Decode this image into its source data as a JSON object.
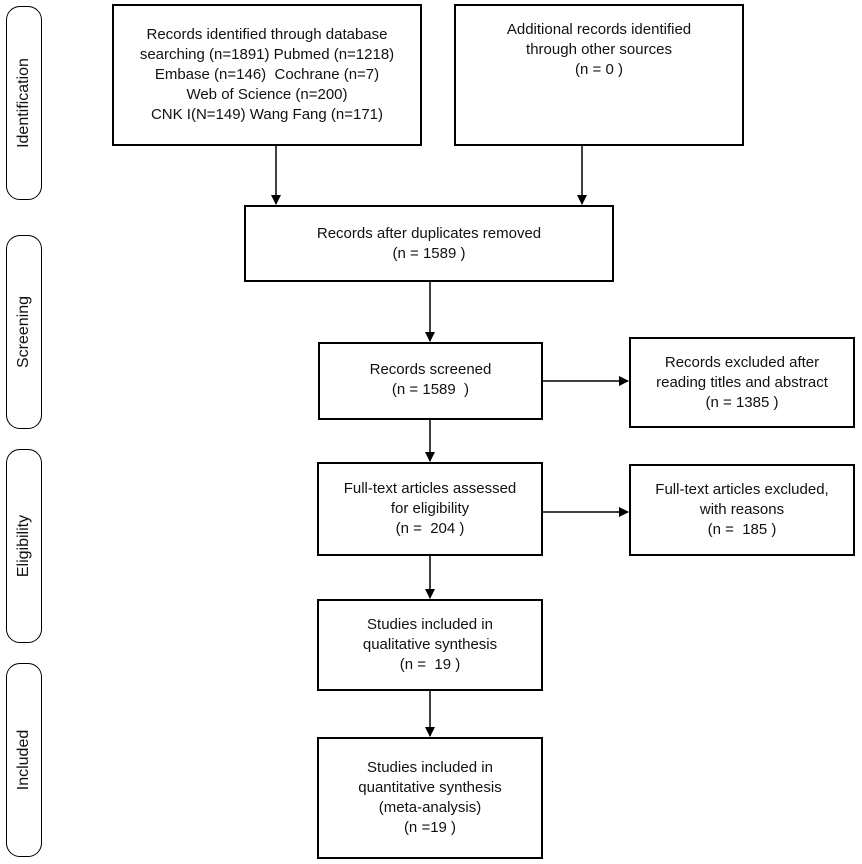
{
  "stages": [
    {
      "id": "identification",
      "label": "Identification"
    },
    {
      "id": "screening",
      "label": "Screening"
    },
    {
      "id": "eligibility",
      "label": "Eligibility"
    },
    {
      "id": "included",
      "label": "Included"
    }
  ],
  "boxes": {
    "database": [
      "Records identified through database",
      "searching (n=1891) Pubmed (n=1218)",
      "Embase (n=146)  Cochrane (n=7)",
      "Web of Science (n=200)",
      "CNK I(N=149) Wang Fang (n=171)"
    ],
    "other_sources": [
      "Additional records identified",
      "through other sources",
      "(n = 0 )"
    ],
    "duplicates_removed": [
      "Records after duplicates removed",
      "(n = 1589 )"
    ],
    "screened": [
      "Records screened",
      "(n = 1589  )"
    ],
    "excluded_titles": [
      "Records excluded after",
      "reading titles and abstract",
      "(n = 1385 )"
    ],
    "fulltext_assessed": [
      "Full-text articles assessed",
      "for eligibility",
      "(n =  204 )"
    ],
    "fulltext_excluded": [
      "Full-text articles excluded,",
      "with reasons",
      "(n =  185 )"
    ],
    "qualitative": [
      "Studies included in",
      "qualitative synthesis",
      "(n =  19 )"
    ],
    "quantitative": [
      "Studies included in",
      "quantitative synthesis",
      "(meta-analysis)",
      "(n =19 )"
    ]
  }
}
